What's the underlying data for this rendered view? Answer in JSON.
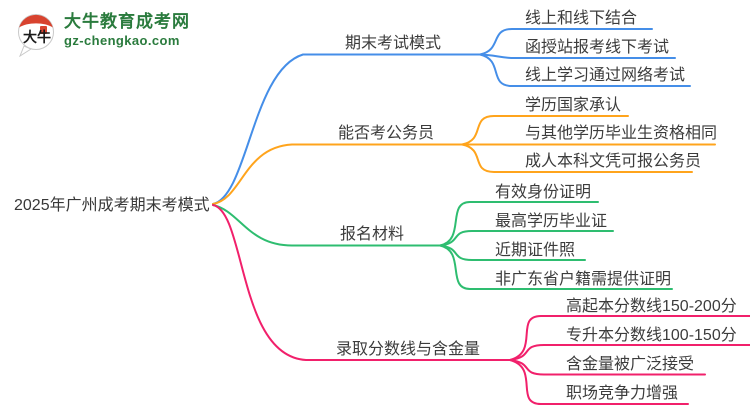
{
  "logo": {
    "title": "大牛教育成考网",
    "subtitle": "gz-chengkao.com",
    "icon_text": "大牛",
    "brand_green": "#2a7b3d",
    "brand_red": "#d8432f"
  },
  "root": {
    "label": "2025年广州成考期末考模式"
  },
  "branches": [
    {
      "label": "期末考试模式",
      "color": "#458ee8",
      "children": [
        "线上和线下结合",
        "函授站报考线下考试",
        "线上学习通过网络考试"
      ]
    },
    {
      "label": "能否考公务员",
      "color": "#ffa41c",
      "children": [
        "学历国家承认",
        "与其他学历毕业生资格相同",
        "成人本科文凭可报公务员"
      ]
    },
    {
      "label": "报名材料",
      "color": "#2ebd70",
      "children": [
        "有效身份证明",
        "最高学历毕业证",
        "近期证件照",
        "非广东省户籍需提供证明"
      ]
    },
    {
      "label": "录取分数线与含金量",
      "color": "#f1206b",
      "children": [
        "高起本分数线150-200分",
        "专升本分数线100-150分",
        "含金量被广泛接受",
        "职场竞争力增强"
      ]
    }
  ],
  "text_color": "#3c3c3c"
}
